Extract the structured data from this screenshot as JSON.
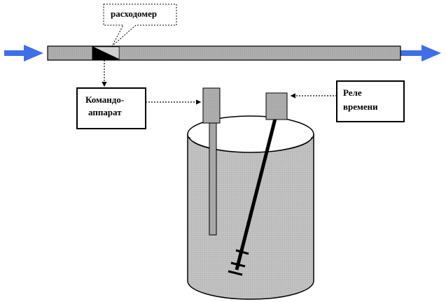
{
  "labels": {
    "flowmeter": "расходомер",
    "controller_line1": "Командо-",
    "controller_line2": "аппарат",
    "timer_line1": "Реле",
    "timer_line2": "времени"
  },
  "colors": {
    "flow_arrow": "#3f6fe8",
    "pipe": "#a6a6a6",
    "tank": "#b8b8b8",
    "outline": "#000000"
  }
}
